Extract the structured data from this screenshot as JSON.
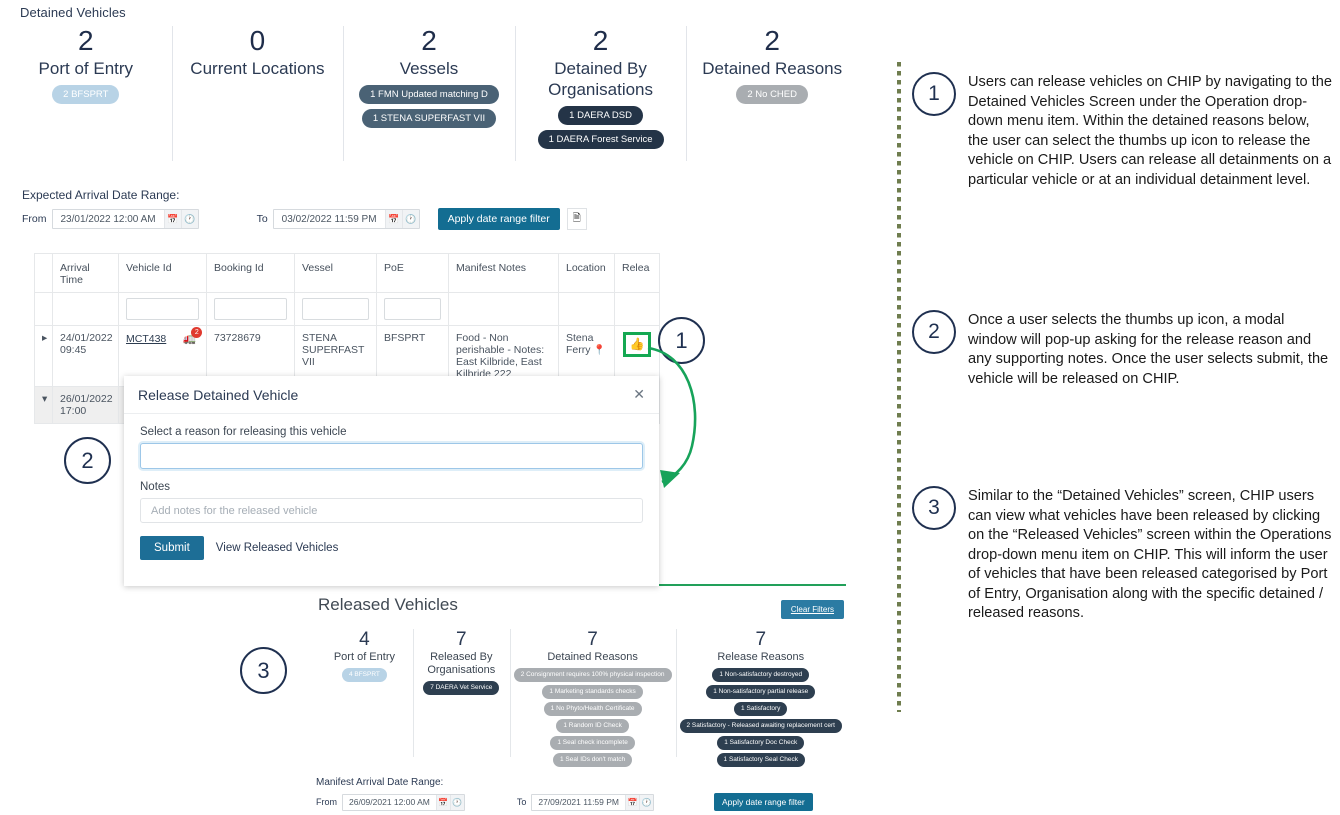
{
  "app": {
    "title": "Detained Vehicles"
  },
  "detained_kpis": [
    {
      "num": "2",
      "label": "Port of Entry",
      "pills": [
        {
          "text": "2 BFSPRT",
          "style": "lightblue"
        }
      ]
    },
    {
      "num": "0",
      "label": "Current Locations",
      "pills": []
    },
    {
      "num": "2",
      "label": "Vessels",
      "pills": [
        {
          "text": "1 FMN Updated matching D",
          "style": "slate"
        },
        {
          "text": "1 STENA SUPERFAST VII",
          "style": "slate"
        }
      ]
    },
    {
      "num": "2",
      "label": "Detained By Organisations",
      "pills": [
        {
          "text": "1 DAERA DSD",
          "style": "dark"
        },
        {
          "text": "1 DAERA Forest Service",
          "style": "dark"
        }
      ]
    },
    {
      "num": "2",
      "label": "Detained Reasons",
      "pills": [
        {
          "text": "2 No CHED",
          "style": "grey"
        }
      ]
    }
  ],
  "expected_range": {
    "label": "Expected Arrival Date Range:",
    "from_label": "From",
    "from_value": "23/01/2022 12:00 AM",
    "to_label": "To",
    "to_value": "03/02/2022 11:59 PM",
    "apply_label": "Apply date range filter",
    "calendar_icon": "calendar-icon",
    "clock_icon": "clock-icon",
    "export_icon": "export-icon"
  },
  "table": {
    "columns": [
      "",
      "Arrival Time",
      "Vehicle Id",
      "Booking Id",
      "Vessel",
      "PoE",
      "Manifest Notes",
      "Location",
      "Relea"
    ],
    "filter_values": [
      "",
      "",
      "",
      "",
      "",
      "",
      "",
      "",
      ""
    ],
    "rows": [
      {
        "expander": "▸",
        "arrival_time": "24/01/2022 09:45",
        "vehicle_id": "MCT438",
        "vehicle_badge": "2",
        "booking_id": "73728679",
        "vessel": "STENA SUPERFAST VII",
        "poe": "BFSPRT",
        "manifest_notes": "Food - Non perishable - Notes: East Kilbride, East Kilbride 222",
        "location": "Stena Ferry",
        "release_icon": "thumbs-up-icon"
      },
      {
        "expander": "▾",
        "arrival_time": "26/01/2022 17:00",
        "vehicle_id": "",
        "vehicle_badge": "",
        "booking_id": "",
        "vessel": "",
        "poe": "",
        "manifest_notes": "",
        "location": "",
        "release_icon": ""
      }
    ]
  },
  "modal": {
    "title": "Release Detained Vehicle",
    "close_icon": "close-icon",
    "reason_label": "Select a reason for releasing this vehicle",
    "reason_value": "",
    "notes_label": "Notes",
    "notes_placeholder": "Add notes for the released vehicle",
    "submit_label": "Submit",
    "view_link_label": "View Released Vehicles"
  },
  "released": {
    "title": "Released Vehicles",
    "clear_filters_label": "Clear Filters",
    "kpis": [
      {
        "num": "4",
        "label": "Port of Entry",
        "pills": [
          {
            "text": "4 BFSPRT",
            "style": "lightblue"
          }
        ]
      },
      {
        "num": "7",
        "label": "Released By Organisations",
        "pills": [
          {
            "text": "7 DAERA Vet Service",
            "style": "dark"
          }
        ]
      },
      {
        "num": "7",
        "label": "Detained Reasons",
        "pills": [
          {
            "text": "2 Consignment requires 100% physical inspection",
            "style": "grey"
          },
          {
            "text": "1 Marketing standards checks",
            "style": "grey"
          },
          {
            "text": "1 No Phyto/Health Certificate",
            "style": "grey"
          },
          {
            "text": "1 Random ID Check",
            "style": "grey"
          },
          {
            "text": "1 Seal check incomplete",
            "style": "grey"
          },
          {
            "text": "1 Seal IDs don't match",
            "style": "grey"
          }
        ]
      },
      {
        "num": "7",
        "label": "Release Reasons",
        "pills": [
          {
            "text": "1 Non-satisfactory destroyed",
            "style": "dark"
          },
          {
            "text": "1 Non-satisfactory partial release",
            "style": "dark"
          },
          {
            "text": "1 Satisfactory",
            "style": "dark"
          },
          {
            "text": "2 Satisfactory - Released awaiting replacement cert",
            "style": "dark"
          },
          {
            "text": "1 Satisfactory Doc Check",
            "style": "dark"
          },
          {
            "text": "1 Satisfactory Seal Check",
            "style": "dark"
          }
        ]
      }
    ]
  },
  "manifest_range": {
    "label": "Manifest Arrival Date Range:",
    "from_label": "From",
    "from_value": "26/09/2021 12:00 AM",
    "to_label": "To",
    "to_value": "27/09/2021 11:59 PM",
    "apply_label": "Apply date range filter"
  },
  "callouts": {
    "one": "1",
    "two": "2",
    "three": "3"
  },
  "annotations": [
    {
      "num": "1",
      "text": "Users can release vehicles on CHIP by navigating to the Detained Vehicles Screen under the Operation drop-down menu item. Within the detained reasons below, the user can select the thumbs up icon to release the vehicle on CHIP. Users can release all detainments on a particular vehicle or at an individual detainment level."
    },
    {
      "num": "2",
      "text": "Once a user selects the thumbs up icon, a modal window will pop-up asking for the release reason and any supporting notes. Once the user selects submit, the vehicle will be released on CHIP."
    },
    {
      "num": "3",
      "text": "Similar to the “Detained Vehicles” screen, CHIP users can view what vehicles have been released by clicking on the “Released Vehicles” screen within the Operations drop-down menu item on CHIP. This will inform the user of vehicles that have been released categorised by Port of Entry, Organisation along with the specific detained / released reasons."
    }
  ],
  "colors": {
    "accent_blue": "#136d92",
    "highlight_green": "#15a852",
    "divider_green": "#22a05a",
    "navy": "#1f3050",
    "dotted_olive": "#6f7d4e"
  }
}
